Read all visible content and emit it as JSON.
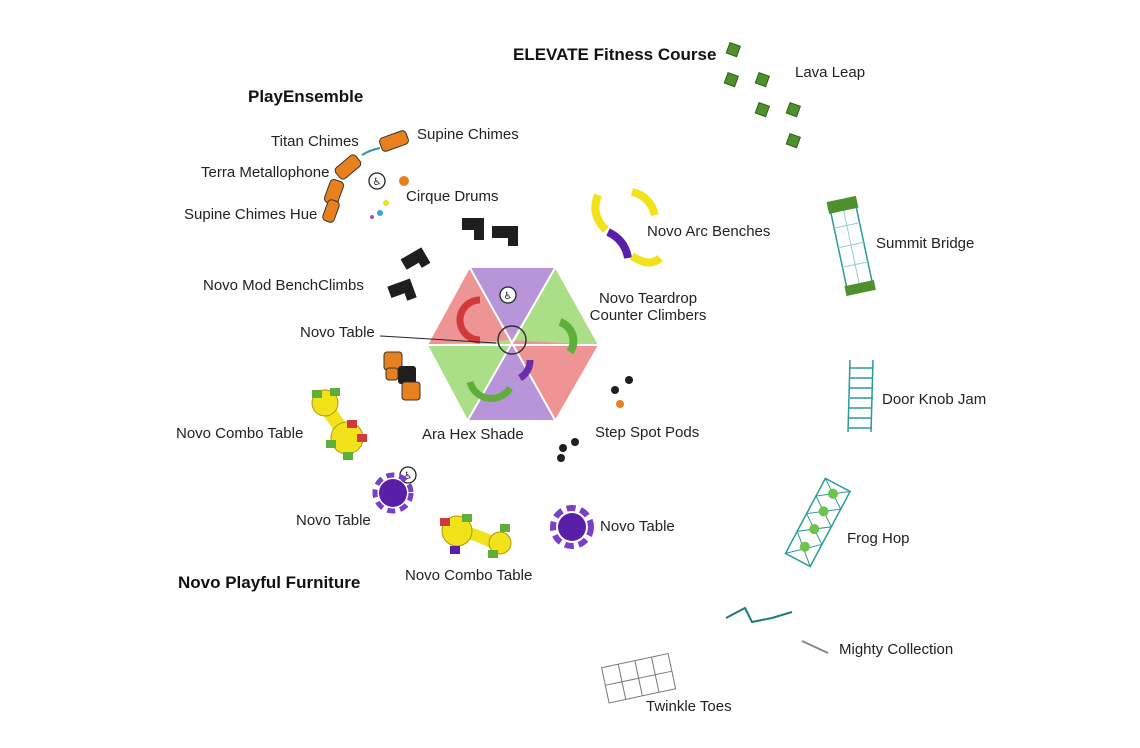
{
  "sections": {
    "elevate": "ELEVATE Fitness Course",
    "playensemble": "PlayEnsemble",
    "novo_furniture": "Novo Playful Furniture"
  },
  "labels": {
    "lava_leap": "Lava Leap",
    "titan_chimes": "Titan Chimes",
    "supine_chimes": "Supine Chimes",
    "terra_metallophone": "Terra Metallophone",
    "cirque_drums": "Cirque Drums",
    "supine_chimes_hue": "Supine Chimes Hue",
    "novo_arc_benches": "Novo Arc Benches",
    "summit_bridge": "Summit Bridge",
    "novo_mod_benchclimbs": "Novo Mod BenchClimbs",
    "novo_teardrop_line1": "Novo Teardrop",
    "novo_teardrop_line2": "Counter Climbers",
    "novo_table_1": "Novo Table",
    "door_knob_jam": "Door Knob Jam",
    "novo_combo_table_1": "Novo Combo Table",
    "ara_hex_shade": "Ara Hex Shade",
    "step_spot_pods": "Step Spot Pods",
    "novo_table_2": "Novo Table",
    "novo_table_3": "Novo Table",
    "frog_hop": "Frog Hop",
    "novo_combo_table_2": "Novo Combo Table",
    "mighty_collection": "Mighty Collection",
    "twinkle_toes": "Twinkle Toes"
  },
  "colors": {
    "lava_leap_green": "#4e8f2e",
    "shade_red": "#e87070",
    "shade_green": "#8fd45f",
    "shade_purple": "#a070cc",
    "novo_yellow": "#f2e21a",
    "novo_purple": "#5a1fa8",
    "chime_orange": "#e8801e",
    "teal": "#2a9a9a",
    "black_piece": "#1e1e1e"
  },
  "icons": [
    "accessibility-icon"
  ]
}
